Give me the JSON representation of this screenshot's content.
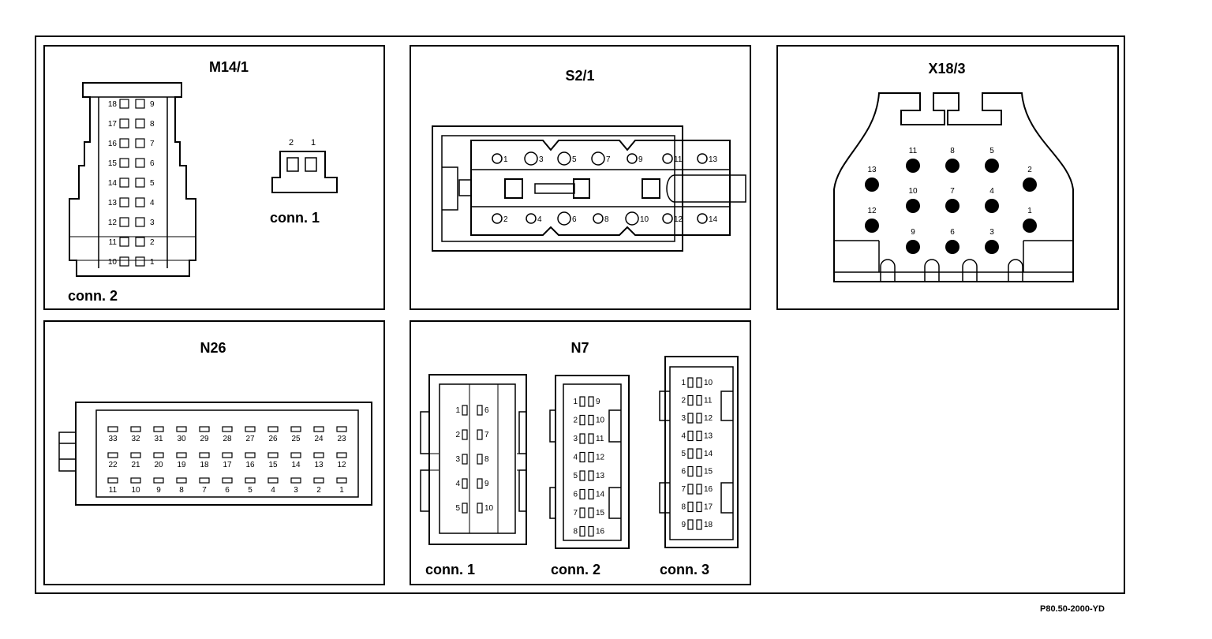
{
  "panels": {
    "m14": {
      "title": "M14/1",
      "conn1_label": "conn. 1",
      "conn2_label": "conn. 2",
      "conn1_pins": [
        "2",
        "1"
      ],
      "conn2_left": [
        "18",
        "17",
        "16",
        "15",
        "14",
        "13",
        "12",
        "11",
        "10"
      ],
      "conn2_right": [
        "9",
        "8",
        "7",
        "6",
        "5",
        "4",
        "3",
        "2",
        "1"
      ]
    },
    "s21": {
      "title": "S2/1",
      "top_pins": [
        "1",
        "3",
        "5",
        "7",
        "9",
        "11",
        "13"
      ],
      "bottom_pins": [
        "2",
        "4",
        "6",
        "8",
        "10",
        "12",
        "14"
      ]
    },
    "x18": {
      "title": "X18/3",
      "pins": [
        "11",
        "8",
        "5",
        "13",
        "2",
        "10",
        "7",
        "4",
        "12",
        "1",
        "9",
        "6",
        "3"
      ]
    },
    "n26": {
      "title": "N26",
      "row1": [
        "33",
        "32",
        "31",
        "30",
        "29",
        "28",
        "27",
        "26",
        "25",
        "24",
        "23"
      ],
      "row2": [
        "22",
        "21",
        "20",
        "19",
        "18",
        "17",
        "16",
        "15",
        "14",
        "13",
        "12"
      ],
      "row3": [
        "11",
        "10",
        "9",
        "8",
        "7",
        "6",
        "5",
        "4",
        "3",
        "2",
        "1"
      ]
    },
    "n7": {
      "title": "N7",
      "conn1_label": "conn. 1",
      "conn2_label": "conn. 2",
      "conn3_label": "conn. 3",
      "c1_left": [
        "1",
        "2",
        "3",
        "4",
        "5"
      ],
      "c1_right": [
        "6",
        "7",
        "8",
        "9",
        "10"
      ],
      "c2_left": [
        "1",
        "2",
        "3",
        "4",
        "5",
        "6",
        "7",
        "8"
      ],
      "c2_right": [
        "9",
        "10",
        "11",
        "12",
        "13",
        "14",
        "15",
        "16"
      ],
      "c3_left": [
        "1",
        "2",
        "3",
        "4",
        "5",
        "6",
        "7",
        "8",
        "9"
      ],
      "c3_right": [
        "10",
        "11",
        "12",
        "13",
        "14",
        "15",
        "16",
        "17",
        "18"
      ]
    }
  },
  "figure_code": "P80.50-2000-YD"
}
